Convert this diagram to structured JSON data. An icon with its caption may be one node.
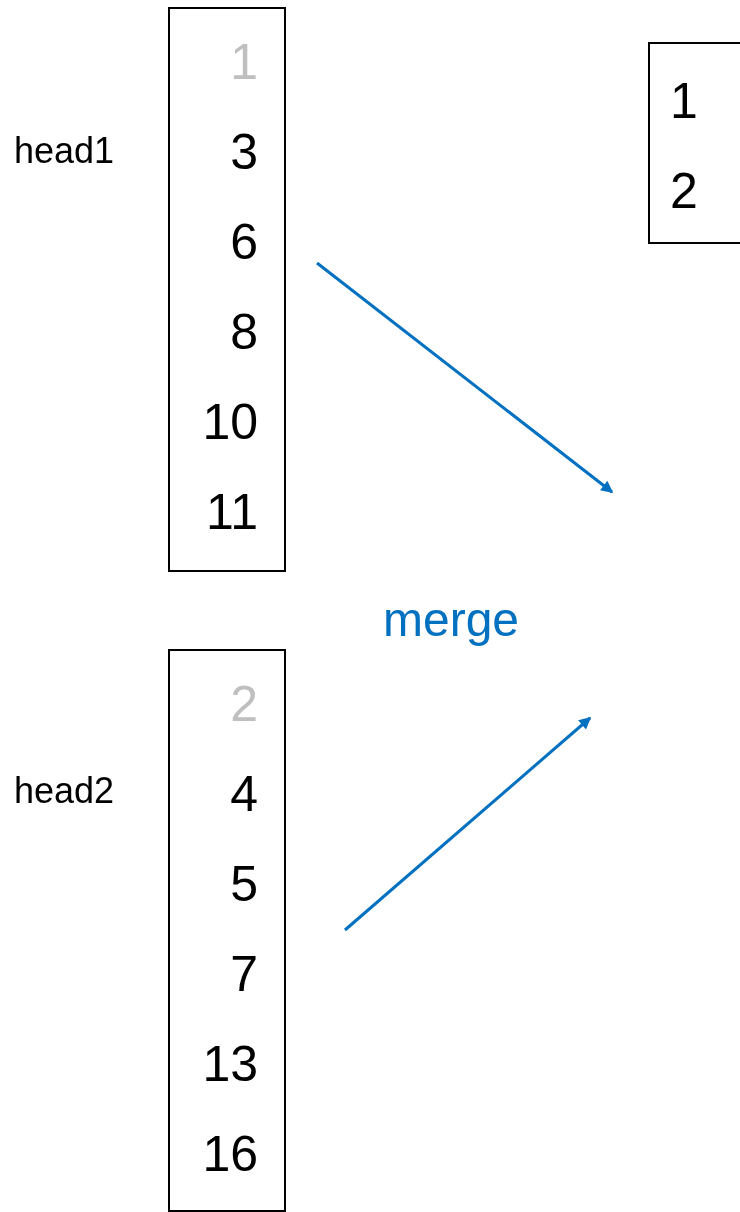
{
  "diagram": {
    "nodes": [
      {
        "text": [
          "1",
          "3",
          "6",
          "8",
          "10",
          "11"
        ],
        "beside": [
          "head1"
        ]
      },
      {
        "text": [
          "2",
          "4",
          "5",
          "7",
          "13",
          "16"
        ],
        "beside": [
          "head2"
        ]
      },
      {
        "text": [
          "1",
          "2"
        ]
      }
    ],
    "edges": [
      {
        "from": 0,
        "to": null,
        "arrow": "to",
        "color": "#0070c0"
      },
      {
        "from": 1,
        "to": null,
        "arrow": "to",
        "color": "#0070c0"
      }
    ],
    "labels": [
      "merge"
    ]
  }
}
